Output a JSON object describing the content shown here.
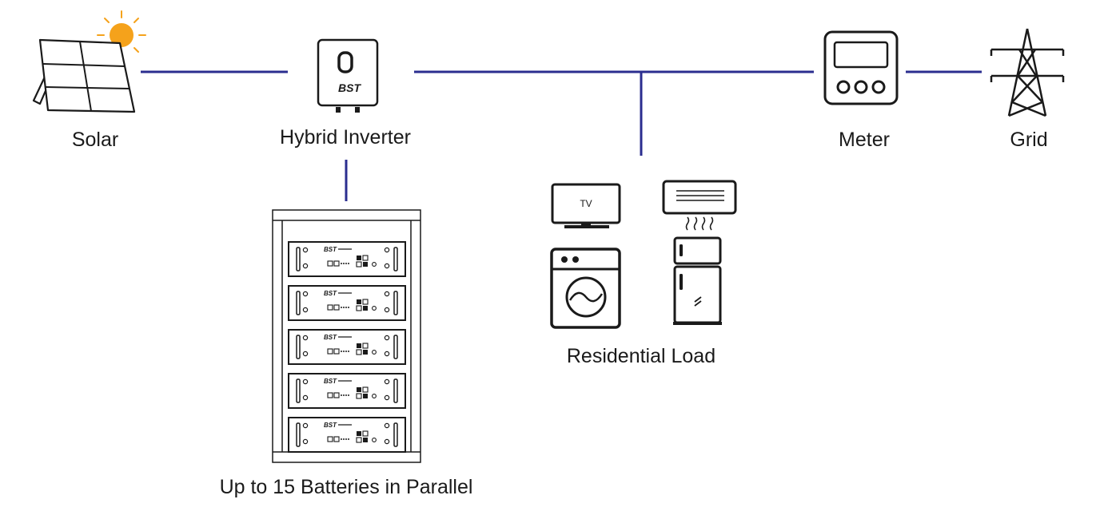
{
  "nodes": {
    "solar": {
      "label": "Solar"
    },
    "inverter": {
      "label": "Hybrid Inverter",
      "brand": "BST"
    },
    "meter": {
      "label": "Meter"
    },
    "grid": {
      "label": "Grid"
    },
    "batteries": {
      "label": "Up to 15 Batteries in Parallel",
      "brand": "BST",
      "module_count": 5
    },
    "load": {
      "label": "Residential Load",
      "tv_label": "TV"
    }
  },
  "colors": {
    "line": "#2b2e8f",
    "sun": "#f5a21b",
    "icon": "#1a1a1a"
  }
}
